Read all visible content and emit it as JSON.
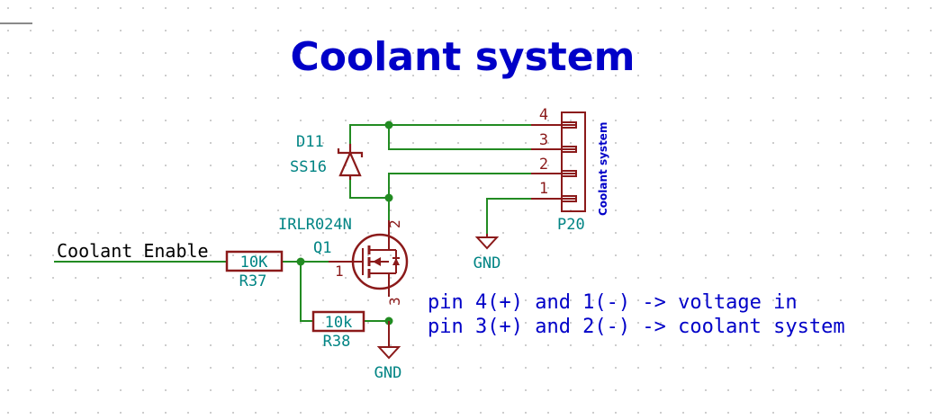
{
  "title": "Coolant system",
  "colors": {
    "background": "#ffffff",
    "grid_dot": "#bdbdbd",
    "wire": "#228B22",
    "junction": "#228B22",
    "component": "#8B1A1A",
    "ref_text": "#008484",
    "note_text": "#0000C8",
    "title_text": "#0000C8",
    "pin_text": "#8B1A1A"
  },
  "net_label": "Coolant Enable",
  "components": {
    "r37": {
      "ref": "R37",
      "value": "10K"
    },
    "r38": {
      "ref": "R38",
      "value": "10k"
    },
    "q1": {
      "ref": "Q1",
      "value": "IRLR024N",
      "pins": {
        "gate": "1",
        "drain": "2",
        "source": "3"
      }
    },
    "d11": {
      "ref": "D11",
      "value": "SS16"
    },
    "p20": {
      "ref": "P20",
      "value": "Coolant system",
      "pins": [
        "4",
        "3",
        "2",
        "1"
      ]
    }
  },
  "power": {
    "gnd_left": "GND",
    "gnd_right": "GND"
  },
  "notes": {
    "line1": "pin 4(+) and 1(-) -> voltage in",
    "line2": "pin 3(+) and 2(-) -> coolant system"
  },
  "icons": [
    "resistor-icon",
    "mosfet-n-channel-icon",
    "schottky-diode-icon",
    "connector-icon",
    "ground-icon"
  ]
}
